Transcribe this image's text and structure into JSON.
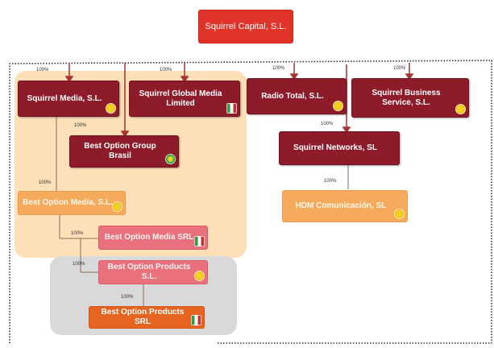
{
  "nodes": {
    "root": "Squirrel Capital, S.L.",
    "squirrel_media": "Squirrel Media, S.L.",
    "global_media": "Squirrel Global Media Limited",
    "radio_total": "Radio Total, S.L.",
    "business_service": "Squirrel Business Service, S.L.",
    "best_option_brasil": "Best Option Group Brasil",
    "squirrel_networks": "Squirrel Networks, SL",
    "best_option_media_sl": "Best Option Media, S.L.",
    "hdm_comm": "HDM Comunicación, SL",
    "best_option_media_srl": "Best Option Media SRL",
    "best_option_products_sl": "Best Option Products S.L.",
    "best_option_products_srl": "Best Option Products SRL"
  },
  "percentages": {
    "squirrel_media": "100%",
    "global_media": "100%",
    "radio_total": "100%",
    "business_service": "100%",
    "best_option_brasil": "100%",
    "squirrel_networks": "100%",
    "best_option_media_sl": "100%",
    "hdm_comm": "100%",
    "best_option_media_srl": "100%",
    "best_option_products_sl": "100%",
    "best_option_products_srl": "100%"
  },
  "colors": {
    "dark_entity": "#8e1b2a",
    "root": "#e2332b",
    "orange_region": "#fde0b8",
    "grey_region": "#d9d9d9"
  }
}
